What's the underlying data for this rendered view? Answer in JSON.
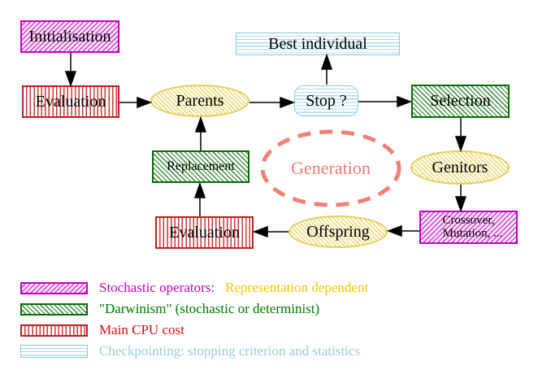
{
  "diagram": {
    "nodes": {
      "initialisation": "Initialisation",
      "evaluation_top": "Evaluation",
      "best_individual": "Best individual",
      "parents": "Parents",
      "stop": "Stop ?",
      "selection": "Selection",
      "replacement": "Replacement",
      "generation": "Generation",
      "genitors": "Genitors",
      "crossover_line1": "Crossover,",
      "crossover_line2": "Mutation, ...",
      "offspring": "Offspring",
      "evaluation_bottom": "Evaluation"
    },
    "legend": {
      "stochastic_label": "Stochastic operators:",
      "stochastic_extra": "Representation dependent",
      "darwinism_label": "\"Darwinism\" (stochastic or determinist)",
      "cpu_label": "Main CPU cost",
      "checkpoint_label": "Checkpointing: stopping criterion and statistics"
    },
    "colors": {
      "magenta": "#cc00cc",
      "gold": "#eec900",
      "green": "#007700",
      "red": "#cc1111",
      "light_blue": "#99cce0",
      "salmon": "#e87b74",
      "yellow": "#e4ce58",
      "arrow_black": "#000000"
    }
  }
}
